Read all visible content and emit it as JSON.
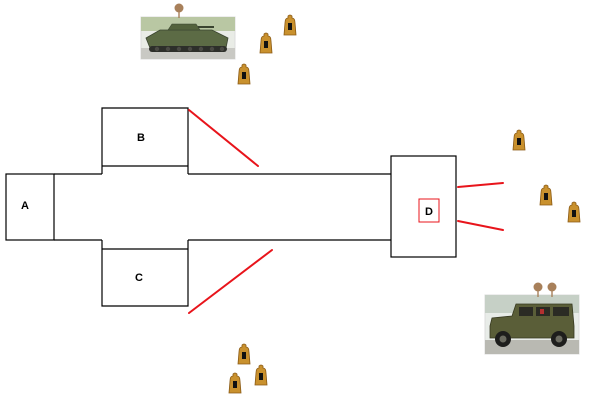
{
  "rooms": [
    {
      "id": "A",
      "label": "A"
    },
    {
      "id": "B",
      "label": "B"
    },
    {
      "id": "C",
      "label": "C"
    },
    {
      "id": "D",
      "label": "D"
    }
  ],
  "colors": {
    "walls": "#000000",
    "sight_lines": "#e8141b",
    "target_marker": "#c9912e",
    "target_outline": "#8a5a14",
    "target_core": "#111111",
    "photo_frame": "#dcdcdc",
    "head_marker": "#a8805a"
  },
  "icons": {
    "targets": "standing-target-icon",
    "vehicles": [
      "armored-vehicle-icon",
      "jeep-icon"
    ],
    "crew": "crew-head-icon"
  }
}
